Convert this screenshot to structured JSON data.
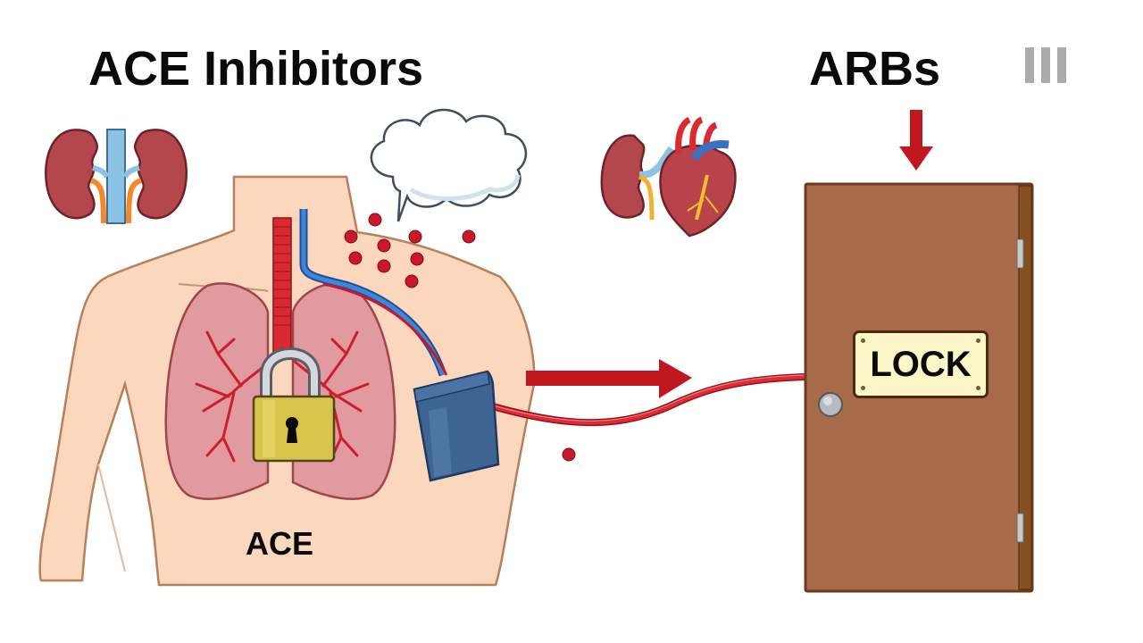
{
  "titles": {
    "left": "ACE Inhibitors",
    "right": "ARBs",
    "roman_numeral": "III"
  },
  "labels": {
    "body": "ACE",
    "door_sign": "LOCK"
  },
  "icons": {
    "kidneys": "kidneys-icon",
    "kidney_heart": "kidney-heart-icon",
    "thought_cloud": "thought-cloud-icon",
    "padlock": "padlock-icon",
    "bp_cuff": "blood-pressure-cuff-icon",
    "arrow_right": "arrow-right-icon",
    "arrow_down": "arrow-down-icon",
    "door": "door-icon"
  },
  "colors": {
    "title_text": "#0a0a0a",
    "arrow_red": "#c0181e",
    "blood_red": "#c8182a",
    "vein_blue": "#2e6fc0",
    "skin": "#fad7bd",
    "skin_outline": "#b7805a",
    "lung_pink": "#e09aa0",
    "kidney": "#b4474d",
    "padlock_gold": "#d8c44a",
    "cuff_blue": "#3d6492",
    "door_brown": "#a86b4a",
    "door_frame": "#7a4521",
    "sign_bg": "#fbf6c8",
    "roman_gray": "#a9abad"
  }
}
